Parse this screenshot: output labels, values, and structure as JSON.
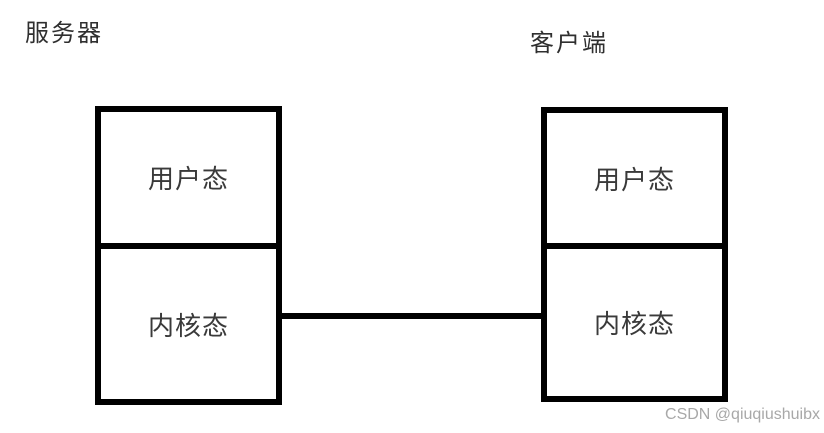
{
  "diagram": {
    "server": {
      "title": "服务器",
      "user_mode_label": "用户态",
      "kernel_mode_label": "内核态"
    },
    "client": {
      "title": "客户端",
      "user_mode_label": "用户态",
      "kernel_mode_label": "内核态"
    },
    "connection": {
      "description": "kernel-to-kernel-link"
    },
    "watermark": "CSDN @qiuqiushuibx",
    "colors": {
      "background": "#ffffff",
      "border": "#000000",
      "text": "#2f2f2f",
      "watermark": "#a8a8a8"
    }
  }
}
